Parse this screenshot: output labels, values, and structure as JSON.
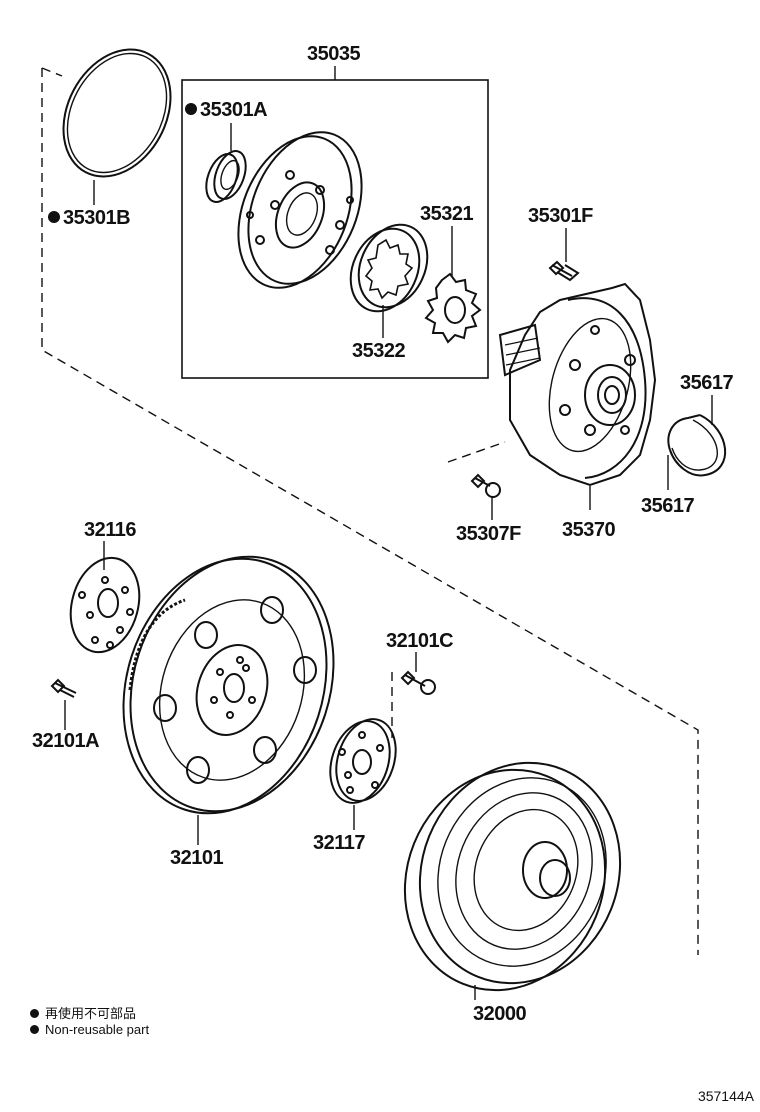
{
  "labels": {
    "p35035": "35035",
    "p35301A": "35301A",
    "p35301B": "35301B",
    "p35321": "35321",
    "p35322": "35322",
    "p35301F": "35301F",
    "p35617a": "35617",
    "p35617b": "35617",
    "p35307F": "35307F",
    "p35370": "35370",
    "p32116": "32116",
    "p32101C": "32101C",
    "p32101A": "32101A",
    "p32101": "32101",
    "p32117": "32117",
    "p32000": "32000"
  },
  "legend": {
    "line1": "再使用不可部品",
    "line2": "Non-reusable part"
  },
  "diagram_code": "357144A",
  "icons": {
    "non_reusable_marker": "filled-circle"
  }
}
